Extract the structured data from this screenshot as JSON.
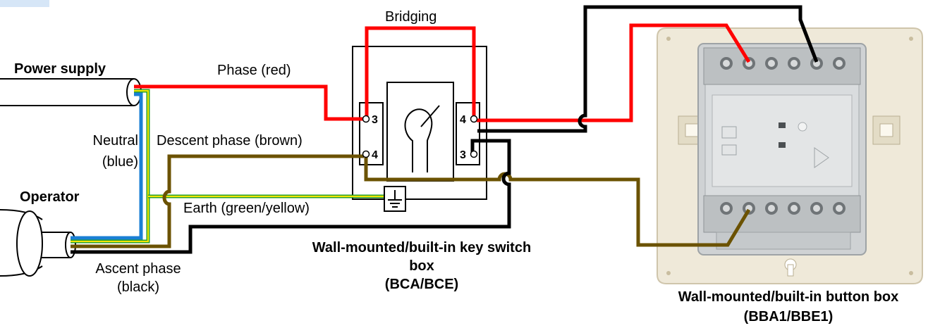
{
  "labels": {
    "power_supply": "Power supply",
    "operator": "Operator",
    "phase_red": "Phase (red)",
    "bridging": "Bridging",
    "neutral": "Neutral",
    "neutral_color": "(blue)",
    "descent_phase": "Descent phase (brown)",
    "earth": "Earth (green/yellow)",
    "ascent_phase": "Ascent phase",
    "ascent_color": "(black)"
  },
  "key_switch_box": {
    "title_line1": "Wall-mounted/built-in key switch",
    "title_line2": "box",
    "title_line3": "(BCA/BCE)",
    "terminals": {
      "left_top": "3",
      "left_bottom": "4",
      "right_top": "4",
      "right_bottom": "3"
    }
  },
  "button_box": {
    "title_line1": "Wall-mounted/built-in button box",
    "title_line2": "(BBA1/BBE1)"
  },
  "colors": {
    "phase": "#ff0000",
    "neutral": "#1a7fd4",
    "earth_green": "#2aa02a",
    "earth_yellow": "#f2e600",
    "descent": "#6b5200",
    "ascent": "#000000"
  },
  "icons": [
    "earth-ground-icon",
    "key-switch-icon"
  ]
}
